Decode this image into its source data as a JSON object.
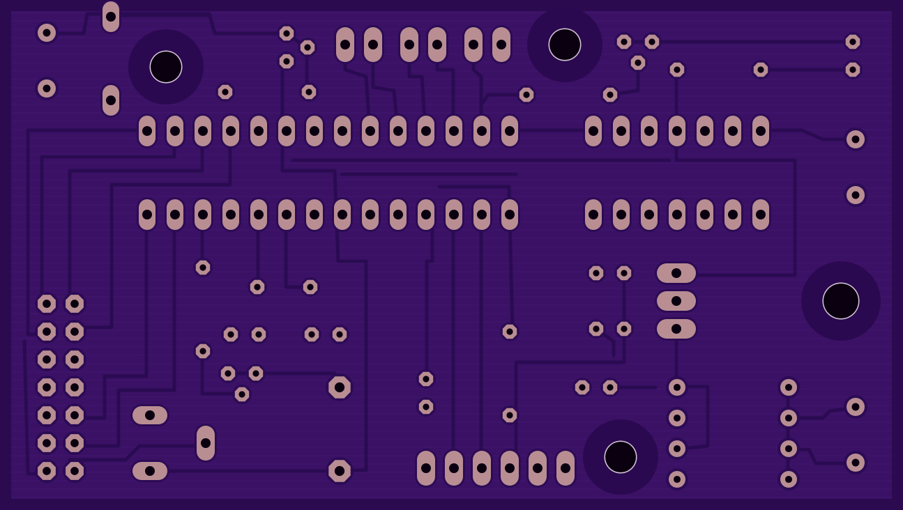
{
  "colors": {
    "substrate": "#2b0a50",
    "copper_pour": "#3b1166",
    "trace": "#2a0b52",
    "clearance": "#2c0b55",
    "pad": "#b98e93",
    "drill": "#0a0010",
    "mount_ring": "#2a0950",
    "hatch": "#4a1e78"
  },
  "elements": {
    "ic_top": {
      "pins": 14
    },
    "ic_right_top": {
      "pins": 7
    },
    "header_left": {
      "rows": 7,
      "cols": 2
    },
    "header_bottom": {
      "pins": 6
    },
    "mounting_holes": 4
  }
}
